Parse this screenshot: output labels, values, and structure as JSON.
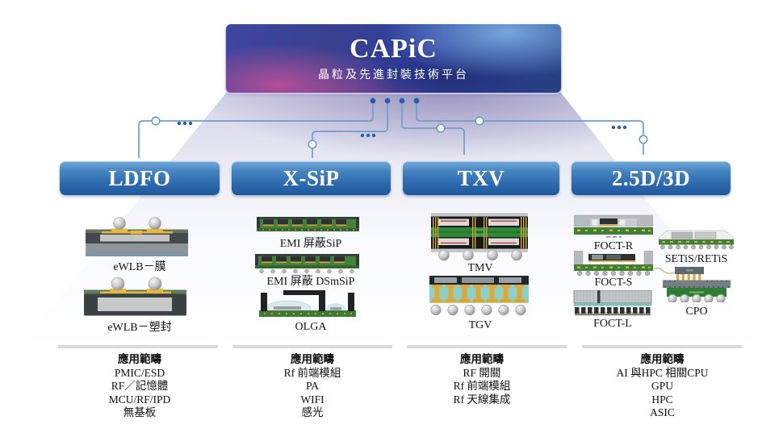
{
  "banner": {
    "title": "CAPiC",
    "subtitle": "晶粒及先進封裝技術平台"
  },
  "columns": [
    {
      "id": "ldfo",
      "title": "LDFO",
      "items": [
        {
          "label": "eWLB－膜"
        },
        {
          "label": "eWLB－塑封"
        }
      ],
      "applications_title": "應用範疇",
      "applications": [
        "PMIC/ESD",
        "RF／記憶體",
        "MCU/RF/IPD",
        "無基板"
      ]
    },
    {
      "id": "x-sip",
      "title": "X-SiP",
      "items": [
        {
          "label": "EMI 屏蔽SiP"
        },
        {
          "label": "EMI 屏蔽 DSmSiP"
        },
        {
          "label": "OLGA"
        }
      ],
      "applications_title": "應用範疇",
      "applications": [
        "Rf 前端模組",
        "PA",
        "WIFI",
        "感光"
      ]
    },
    {
      "id": "txv",
      "title": "TXV",
      "items": [
        {
          "label": "TMV"
        },
        {
          "label": "TGV"
        }
      ],
      "applications_title": "應用範疇",
      "applications": [
        "RF 開關",
        "Rf 前端模組",
        "Rf 天線集成"
      ]
    },
    {
      "id": "2.5d-3d",
      "title": "2.5D/3D",
      "items": [
        {
          "label": "FOCT-R"
        },
        {
          "label": "FOCT-S"
        },
        {
          "label": "FOCT-L"
        },
        {
          "label": "SETiS/RETiS"
        },
        {
          "label": "CPO"
        }
      ],
      "applications_title": "應用範疇",
      "applications": [
        "AI 與HPC 相關CPU",
        "GPU",
        "HPC",
        "ASIC"
      ]
    }
  ],
  "colors": {
    "category_box_blue": "#2e6ab0",
    "connector_blue": "#6f9ccd",
    "connector_dot_blue": "#2a5ca8",
    "banner_navy": "#303f9b",
    "banner_pink": "#c0549a",
    "banner_light_blue": "#7fb0dd",
    "divider_gray": "#d9d9d9",
    "pcb_green": "#3f8038",
    "via_gold": "#d9a93e",
    "glass_teal": "#8ed0c6"
  }
}
